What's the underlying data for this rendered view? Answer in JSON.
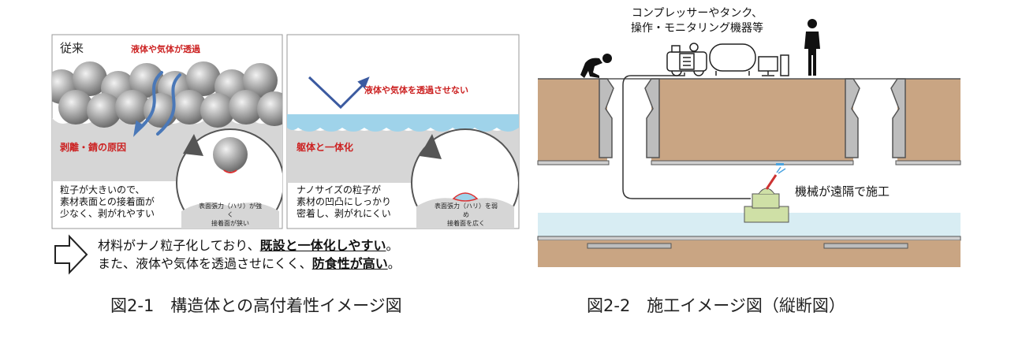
{
  "figure1": {
    "panel_left": {
      "heading": "従来",
      "top_label": "液体や気体が透過",
      "bottom_label": "剥離・錆の原因",
      "note": [
        "粒子が大きいので、",
        "素材表面との接着面が",
        "少なく、剥がれやすい"
      ],
      "zoom_text": [
        "表面張力（ハリ）が強く",
        "接着面が狭い"
      ]
    },
    "panel_right": {
      "top_label": "液体や気体を透過させない",
      "bottom_label": "躯体と一体化",
      "note": [
        "ナノサイズの粒子が",
        "素材の凹凸にしっかり",
        "密着し、剥がれにくい"
      ],
      "zoom_text": [
        "表面張力（ハリ）を弱め",
        "接着面を広く"
      ]
    },
    "summary": {
      "line1_a": "材料がナノ粒子化しており、",
      "line1_b": "既設と一体化しやすい",
      "line1_c": "。",
      "line2_a": "また、液体や気体を透過させにくく、",
      "line2_b": "防食性が高い",
      "line2_c": "。"
    },
    "caption": "図2-1　構造体との高付着性イメージ図"
  },
  "figure2": {
    "equipment_label": [
      "コンプレッサーやタンク、",
      "操作・モニタリング機器等"
    ],
    "machine_label": "機械が遠隔で施工",
    "caption": "図2-2　施工イメージ図（縦断図）",
    "colors": {
      "soil": "#c9a583",
      "concrete": "#bdbdbd",
      "water": "#d8edf3",
      "machine": "#cfe0a6"
    }
  }
}
